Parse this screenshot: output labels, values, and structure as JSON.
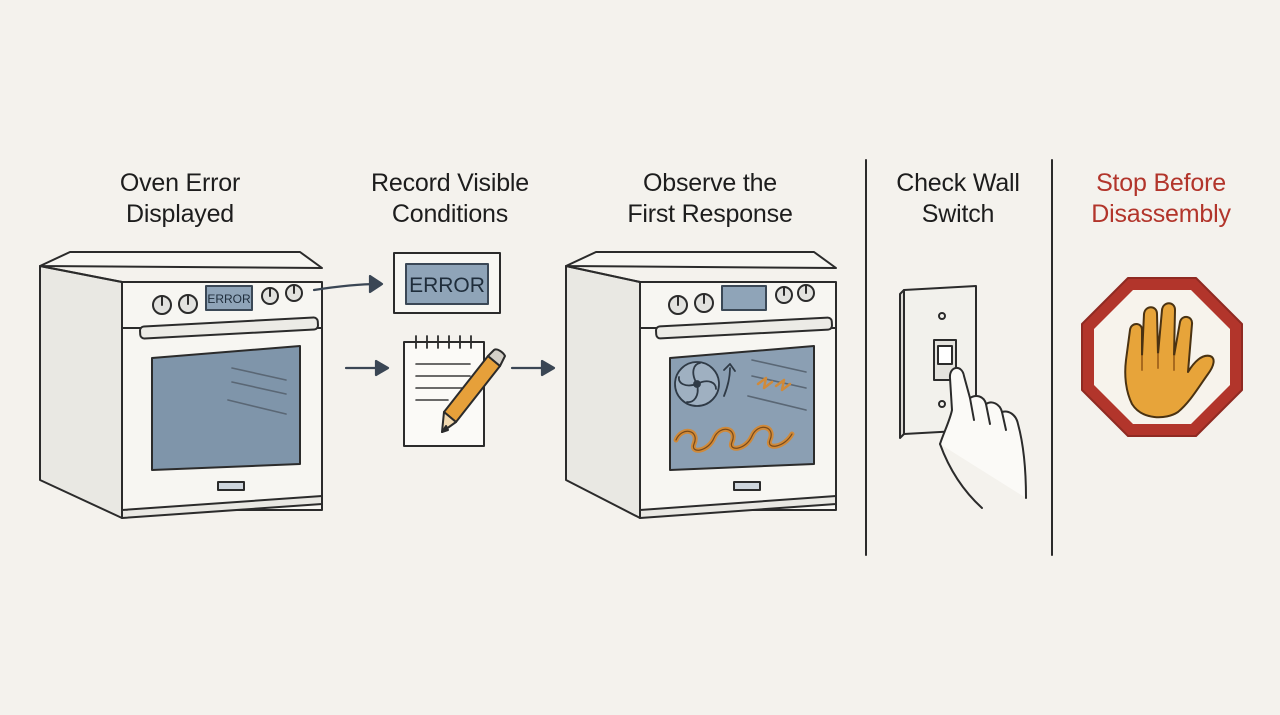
{
  "steps": [
    {
      "title_line1": "Oven Error",
      "title_line2": "Displayed"
    },
    {
      "title_line1": "Record Visible",
      "title_line2": "Conditions"
    },
    {
      "title_line1": "Observe the",
      "title_line2": "First Response"
    },
    {
      "title_line1": "Check Wall",
      "title_line2": "Switch"
    },
    {
      "title_line1": "Stop Before",
      "title_line2": "Disassembly"
    }
  ],
  "oven_display_text": "ERROR",
  "error_card_text": "ERROR",
  "colors": {
    "background": "#f4f2ed",
    "ink": "#2b2b2b",
    "glass": "#7f95aa",
    "heat": "#d08a3a",
    "stop_red": "#b2352b",
    "hand": "#e7a43a"
  },
  "icons": [
    "oven-icon",
    "error-card-icon",
    "notepad-icon",
    "pencil-icon",
    "arrow-icon",
    "fan-icon",
    "heating-element-icon",
    "wall-switch-icon",
    "finger-hand-icon",
    "stop-sign-icon",
    "raised-hand-icon"
  ]
}
